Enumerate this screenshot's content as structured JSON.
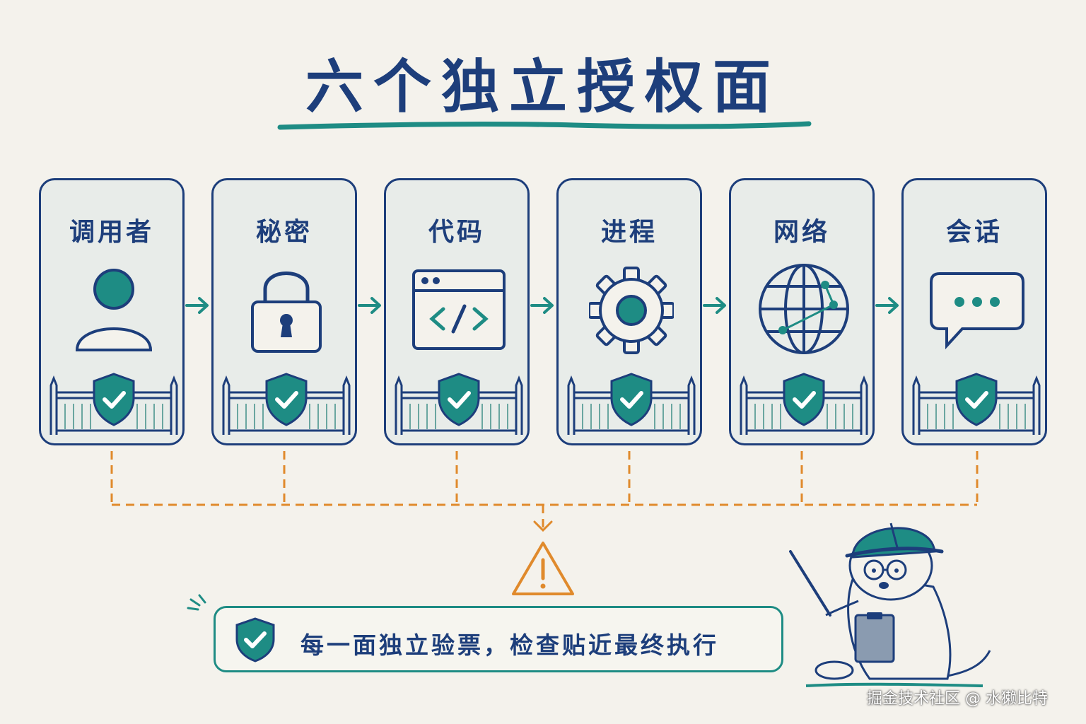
{
  "title": "六个独立授权面",
  "cards": [
    {
      "label": "调用者",
      "icon": "user-icon"
    },
    {
      "label": "秘密",
      "icon": "lock-icon"
    },
    {
      "label": "代码",
      "icon": "code-window-icon"
    },
    {
      "label": "进程",
      "icon": "gear-icon"
    },
    {
      "label": "网络",
      "icon": "globe-icon"
    },
    {
      "label": "会话",
      "icon": "chat-bubble-icon"
    }
  ],
  "note": {
    "text": "每一面独立验票，检查贴近最终执行",
    "icon": "shield-check-icon"
  },
  "watermark": "掘金技术社区 @ 水獭比特",
  "colors": {
    "navy": "#1d3e7b",
    "teal": "#1e8c84",
    "orange": "#e08a2c",
    "background": "#f4f2ec"
  }
}
